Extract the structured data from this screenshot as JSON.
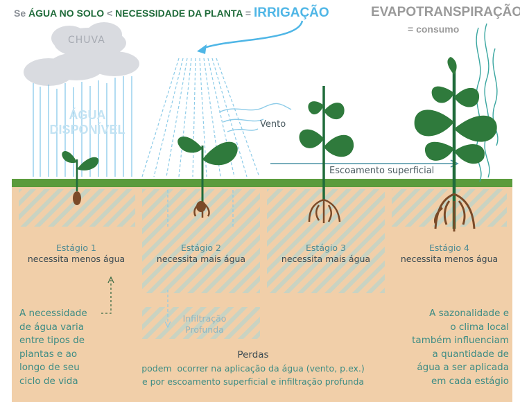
{
  "header": {
    "prefix": "Se",
    "water_in_soil": "ÁGUA NO SOLO",
    "less_than": "<",
    "plant_need": "NECESSIDADE DA PLANTA",
    "equals": "=",
    "irrigation": "IRRIGAÇÃO"
  },
  "evapotranspiration": {
    "title": "EVAPOTRANSPIRAÇÃO",
    "subtitle": "= consumo"
  },
  "rain": {
    "cloud_label": "CHUVA",
    "available_line1": "ÁGUA",
    "available_line2": "DISPONÍVEL"
  },
  "wind_label": "Vento",
  "runoff_label": "Escoamento superficial",
  "infiltration": {
    "line1": "Infiltração",
    "line2": "Profunda"
  },
  "stages": [
    {
      "name": "Estágio 1",
      "need": "necessita menos água"
    },
    {
      "name": "Estágio 2",
      "need": "necessita mais água"
    },
    {
      "name": "Estágio 3",
      "need": "necessita mais água"
    },
    {
      "name": "Estágio 4",
      "need": "necessita menos água"
    }
  ],
  "left_note": {
    "lines": [
      "A necessidade",
      "de água varia",
      "entre tipos de",
      "plantas e ao",
      "longo de seu",
      "ciclo de vida"
    ]
  },
  "right_note": {
    "lines": [
      "A sazonalidade e",
      "o clima local",
      "também influenciam",
      "a quantidade de",
      "água a ser aplicada",
      "em cada estágio"
    ]
  },
  "losses": {
    "title": "Perdas",
    "line1": "podem  ocorrer na aplicação da água (vento, p.ex.)",
    "line2": "e por escoamento superficial e infiltração profunda"
  },
  "colors": {
    "soil": "#f1cfa9",
    "grass": "#5a9a3c",
    "stripe_light": "#c9d5c4",
    "dark_green": "#1f6b3a",
    "teal": "#3aa6a0",
    "irrigation_blue": "#4fb6e6",
    "gray_text": "#9a9a9a"
  }
}
